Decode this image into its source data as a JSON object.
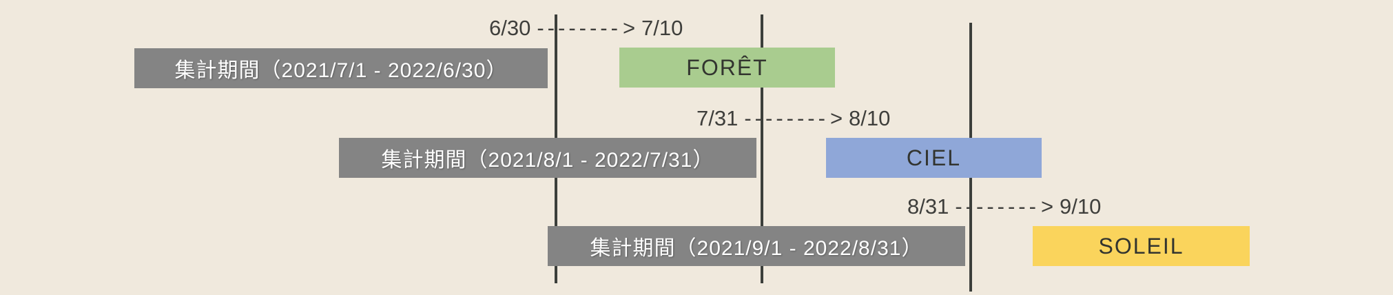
{
  "colors": {
    "background": "#f0e9dd",
    "divider_line": "#3c3f3b",
    "period_bar": "#848484",
    "period_bar_text": "#ffffff",
    "annotation_text": "#3e3e3b",
    "plan_foret": "#a9cc8f",
    "plan_ciel": "#8fa7d8",
    "plan_soleil": "#fad45c"
  },
  "rows": [
    {
      "period_label": "集計期間（2021/7/1 - 2022/6/30）",
      "annotation": {
        "from": "6/30",
        "connector": "--------",
        "head": ">",
        "to": "7/10"
      },
      "plan": {
        "name": "FORÊT",
        "color": "#a9cc8f"
      }
    },
    {
      "period_label": "集計期間（2021/8/1 - 2022/7/31）",
      "annotation": {
        "from": "7/31",
        "connector": "--------",
        "head": ">",
        "to": "8/10"
      },
      "plan": {
        "name": "CIEL",
        "color": "#8fa7d8"
      }
    },
    {
      "period_label": "集計期間（2021/9/1 - 2022/8/31）",
      "annotation": {
        "from": "8/31",
        "connector": "--------",
        "head": ">",
        "to": "9/10"
      },
      "plan": {
        "name": "SOLEIL",
        "color": "#fad45c"
      }
    }
  ]
}
